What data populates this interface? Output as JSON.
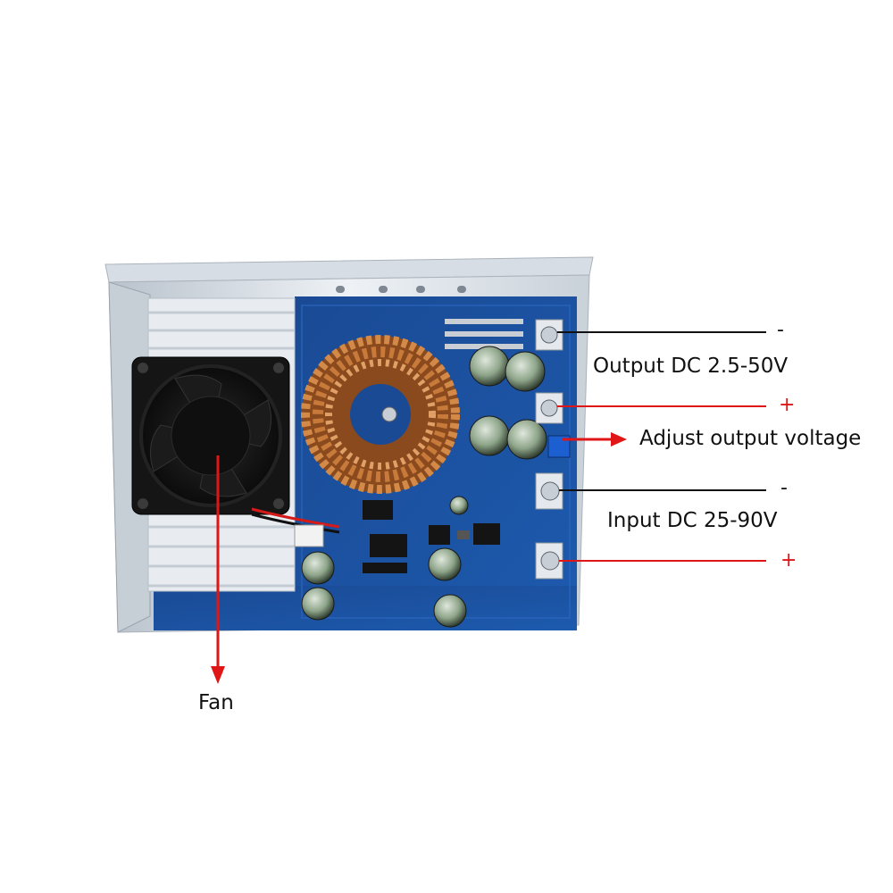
{
  "labels": {
    "output": "Output DC 2.5-50V",
    "adjust": "Adjust output voltage",
    "input": "Input DC 25-90V",
    "fan": "Fan"
  },
  "terminals": {
    "output_minus": "-",
    "output_plus": "+",
    "input_minus": "-",
    "input_plus": "+"
  },
  "colors": {
    "pcb": "#1c4f9c",
    "arrow_red": "#e01515",
    "line_black": "#111111",
    "heatsink": "#e9edf2",
    "copper": "#c77a3a"
  }
}
